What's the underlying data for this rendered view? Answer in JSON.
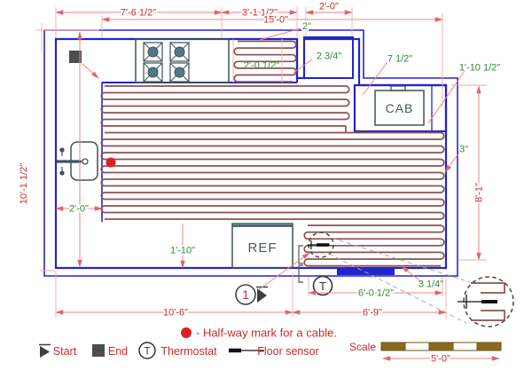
{
  "colors": {
    "wall_blue": "#2424cc",
    "floor_fill": "#dbe6f7",
    "cable_maroon": "#8a5252",
    "dim_line_red": "#ee8585",
    "dim_text_red": "#cc2a2a",
    "dim_text_green": "#2e8b2e",
    "fixture_dark": "#3f5259",
    "marker_dark": "#3d3d3d",
    "halfway_dot_red": "#dd2020",
    "scalebar_brown": "#8a6a20"
  },
  "plan": {
    "cab_label": "CAB",
    "ref_label": "REF"
  },
  "markers": {
    "circuit_number": "1",
    "thermostat_letter": "T"
  },
  "dimensions": {
    "top_seg1": "7'-6 1/2\"",
    "top_seg2": "3'-1 1/2\"",
    "top_seg3": "2'-0\"",
    "top_total": "15'-0\"",
    "cable_spacing": "2\"",
    "counter_depth": "2'-0 1/2\"",
    "gap_square": "2 3/4\"",
    "gap_step": "7 1/2\"",
    "cab_width": "1'-10 1/2\"",
    "left_height": "10'-1 1/2\"",
    "right_height": "8'-1\"",
    "wall_gap": "3\"",
    "sink_offset": "2'-0\"",
    "ref_gap": "1'-10\"",
    "bottom_seg1": "10'-6\"",
    "bottom_seg2": "6'-9\"",
    "sensor_run": "6'-0 1/2\"",
    "corner_gap": "3 1/4\""
  },
  "legend": {
    "halfway_note": "- Half-way mark for a cable.",
    "start": "Start",
    "end": "End",
    "thermostat": "Thermostat",
    "floor_sensor": "Floor sensor"
  },
  "scale": {
    "label": "Scale",
    "length": "5'-0\""
  }
}
